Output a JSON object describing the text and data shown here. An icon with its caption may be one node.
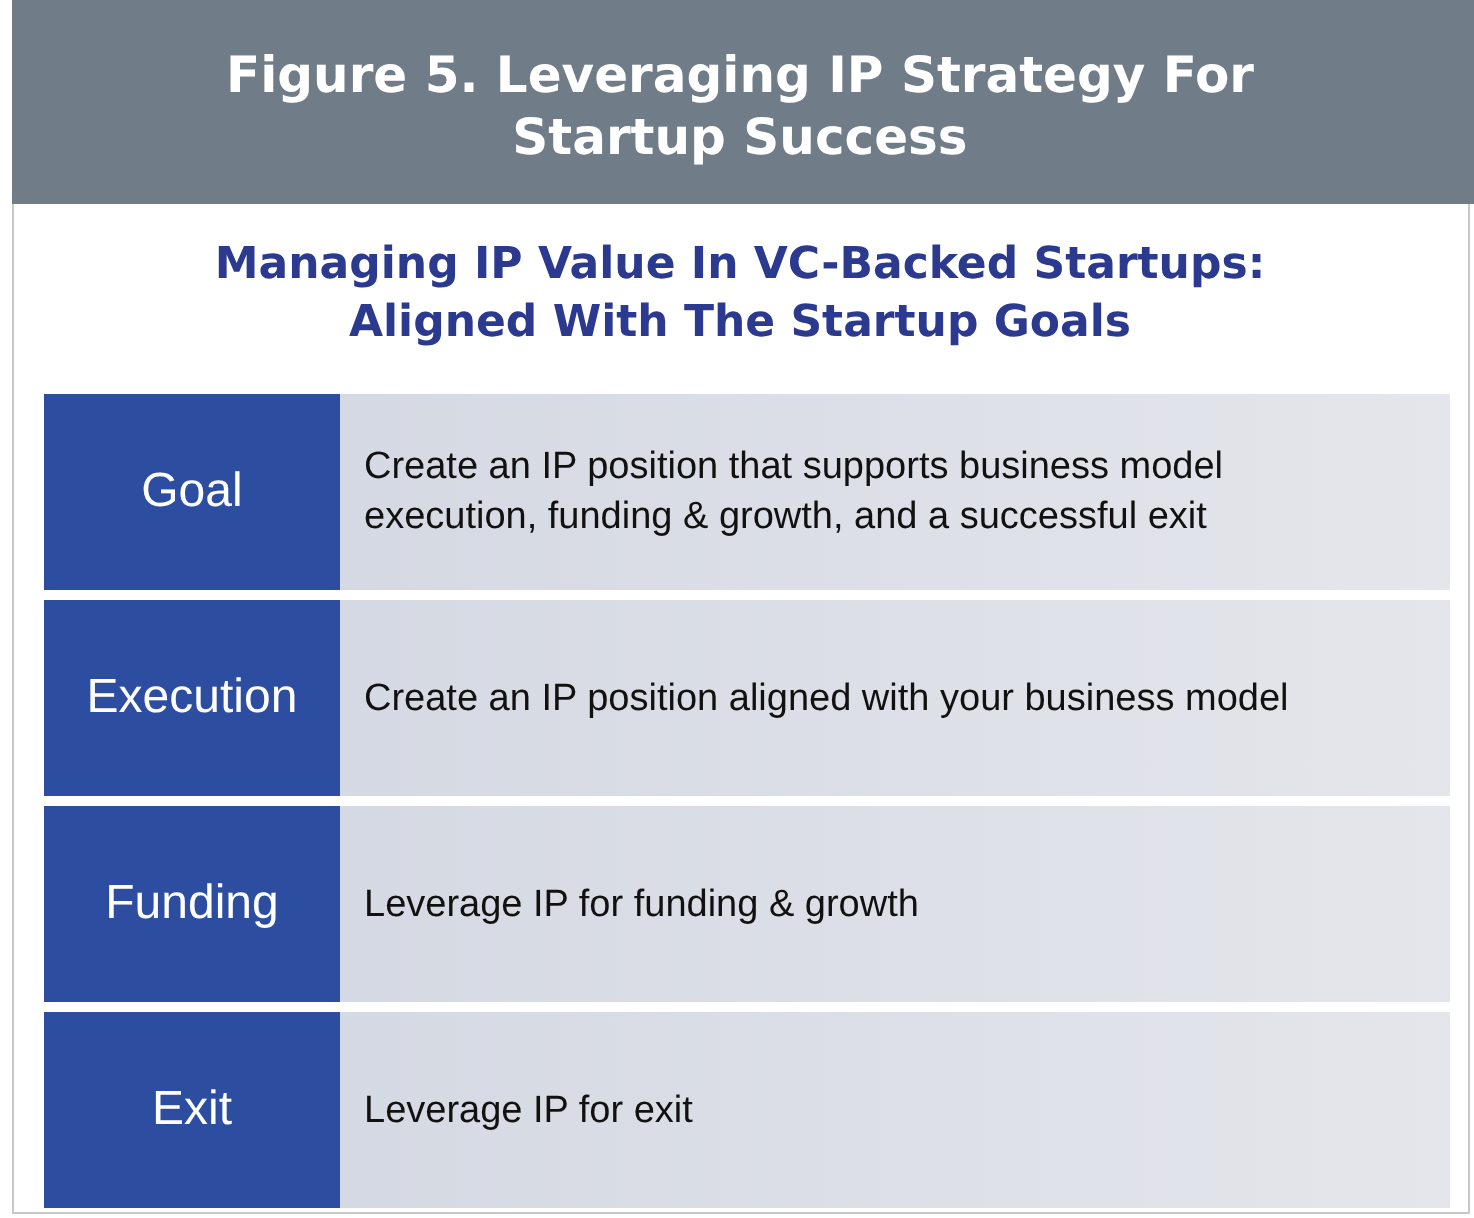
{
  "diagram": {
    "title": "Figure 5. Leveraging IP Strategy For Startup Success",
    "labels": [
      "Managing IP Value In VC-Backed Startups: Aligned With The Startup Goals"
    ],
    "nodes": [
      {
        "text": [
          "Goal"
        ]
      },
      {
        "text": [
          "Create an IP position that supports business model execution, funding & growth, and a successful exit"
        ]
      },
      {
        "text": [
          "Execution"
        ]
      },
      {
        "text": [
          "Create an IP position aligned with your business model"
        ]
      },
      {
        "text": [
          "Funding"
        ]
      },
      {
        "text": [
          "Leverage IP for funding & growth"
        ]
      },
      {
        "text": [
          "Exit"
        ]
      },
      {
        "text": [
          "Leverage IP for exit"
        ]
      }
    ]
  }
}
